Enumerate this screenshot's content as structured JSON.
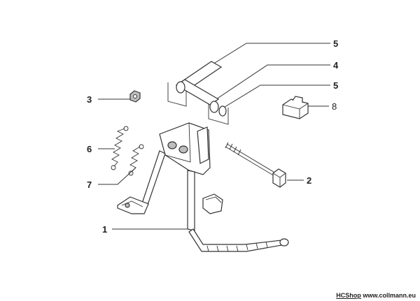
{
  "callouts": {
    "c1": "1",
    "c2": "2",
    "c3": "3",
    "c4": "4",
    "c5a": "5",
    "c5b": "5",
    "c6": "6",
    "c7": "7",
    "c8": "8"
  },
  "footer": {
    "brand": "HCShop",
    "site": "www.collmann.eu"
  }
}
